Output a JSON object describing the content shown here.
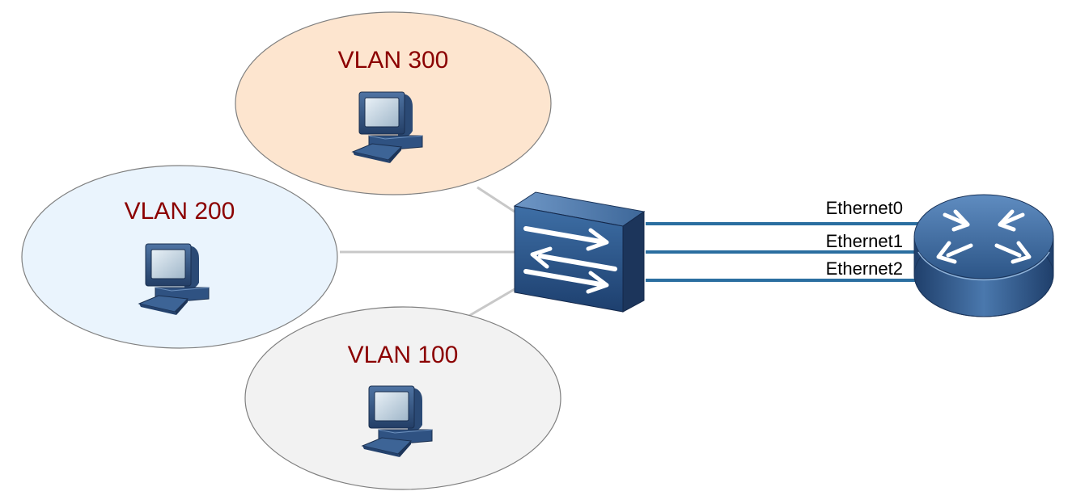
{
  "vlans": [
    {
      "label": "VLAN 300",
      "fill": "#fde5cf"
    },
    {
      "label": "VLAN 200",
      "fill": "#eaf4fd"
    },
    {
      "label": "VLAN 100",
      "fill": "#f2f2f2"
    }
  ],
  "switch": {
    "icon": "switch-icon"
  },
  "router": {
    "icon": "router-icon"
  },
  "links": [
    {
      "label": "Ethernet0"
    },
    {
      "label": "Ethernet1"
    },
    {
      "label": "Ethernet2"
    }
  ],
  "colors": {
    "vlan_label": "#8b0000",
    "link": "#2a6ea0",
    "connector": "#c8c8c8",
    "ellipse_stroke": "#7f7f7f"
  }
}
